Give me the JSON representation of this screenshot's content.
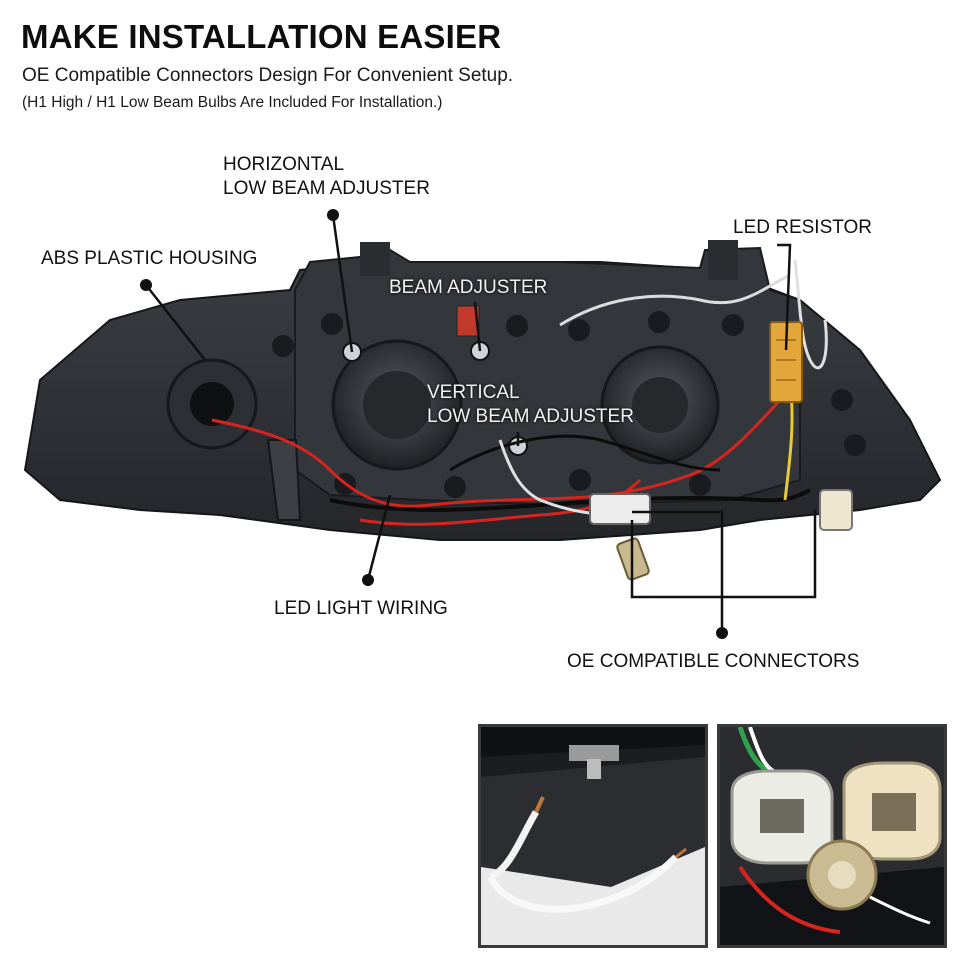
{
  "header": {
    "title": "MAKE INSTALLATION EASIER",
    "subtitle": "OE Compatible Connectors Design For Convenient Setup.",
    "note": "(H1 High / H1 Low Beam Bulbs Are Included For Installation.)"
  },
  "callouts": {
    "horizontal_adjuster_line1": "HORIZONTAL",
    "horizontal_adjuster_line2": "LOW BEAM ADJUSTER",
    "abs_housing": "ABS PLASTIC HOUSING",
    "beam_adjuster": "BEAM ADJUSTER",
    "led_resistor": "LED RESISTOR",
    "vertical_adjuster_line1": "VERTICAL",
    "vertical_adjuster_line2": "LOW BEAM ADJUSTER",
    "led_wiring": "LED LIGHT WIRING",
    "oe_connectors": "OE COMPATIBLE CONNECTORS"
  },
  "colors": {
    "housing": "#2b2d30",
    "wire_red": "#d8241f",
    "resistor": "#e3a63a",
    "connector_white": "#ececec"
  }
}
